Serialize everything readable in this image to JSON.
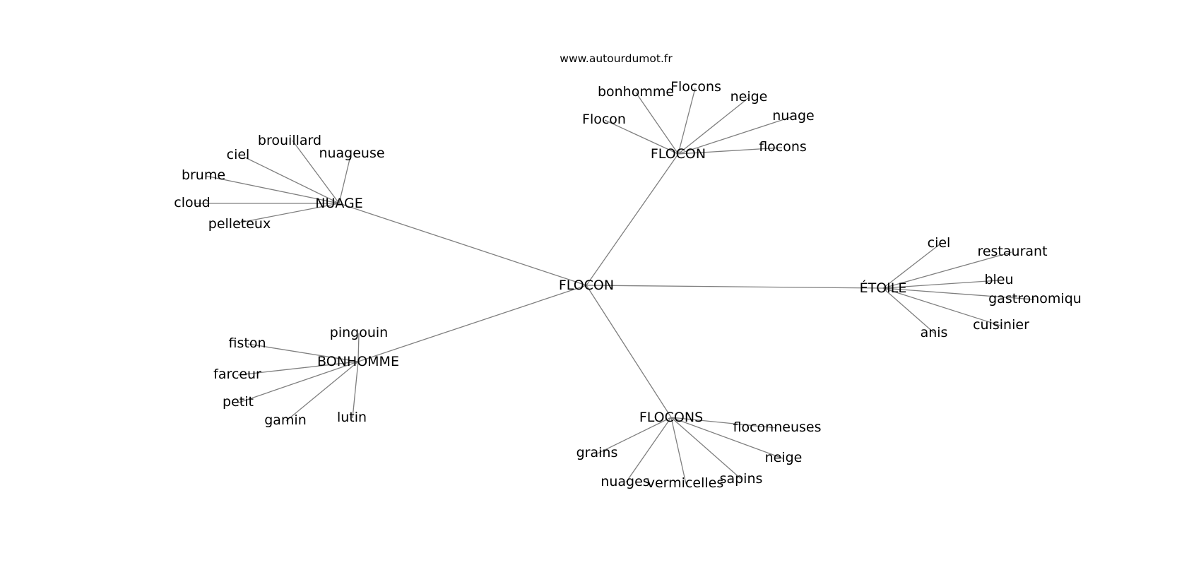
{
  "source_label": "www.autourdumot.fr",
  "colors": {
    "edge": "#7f7f7f",
    "text": "#000000",
    "background": "#ffffff"
  },
  "graph": {
    "root": "FLOCON",
    "hubs": [
      {
        "id": "nuage",
        "label": "NUAGE",
        "leaves": [
          "brouillard",
          "nuageuse",
          "ciel",
          "brume",
          "cloud",
          "pelleteux"
        ]
      },
      {
        "id": "flocon",
        "label": "FLOCON",
        "leaves": [
          "bonhomme",
          "Flocons",
          "neige",
          "nuage",
          "Flocon",
          "flocons"
        ]
      },
      {
        "id": "etoile",
        "label": "ÉTOILE",
        "leaves": [
          "ciel",
          "restaurant",
          "bleu",
          "gastronomiqu",
          "cuisinier",
          "anis"
        ]
      },
      {
        "id": "bonhomme",
        "label": "BONHOMME",
        "leaves": [
          "pingouin",
          "fiston",
          "farceur",
          "petit",
          "gamin",
          "lutin"
        ]
      },
      {
        "id": "flocons",
        "label": "FLOCONS",
        "leaves": [
          "floconneuses",
          "grains",
          "neige",
          "nuages",
          "vermicelles",
          "sapins"
        ]
      }
    ]
  }
}
